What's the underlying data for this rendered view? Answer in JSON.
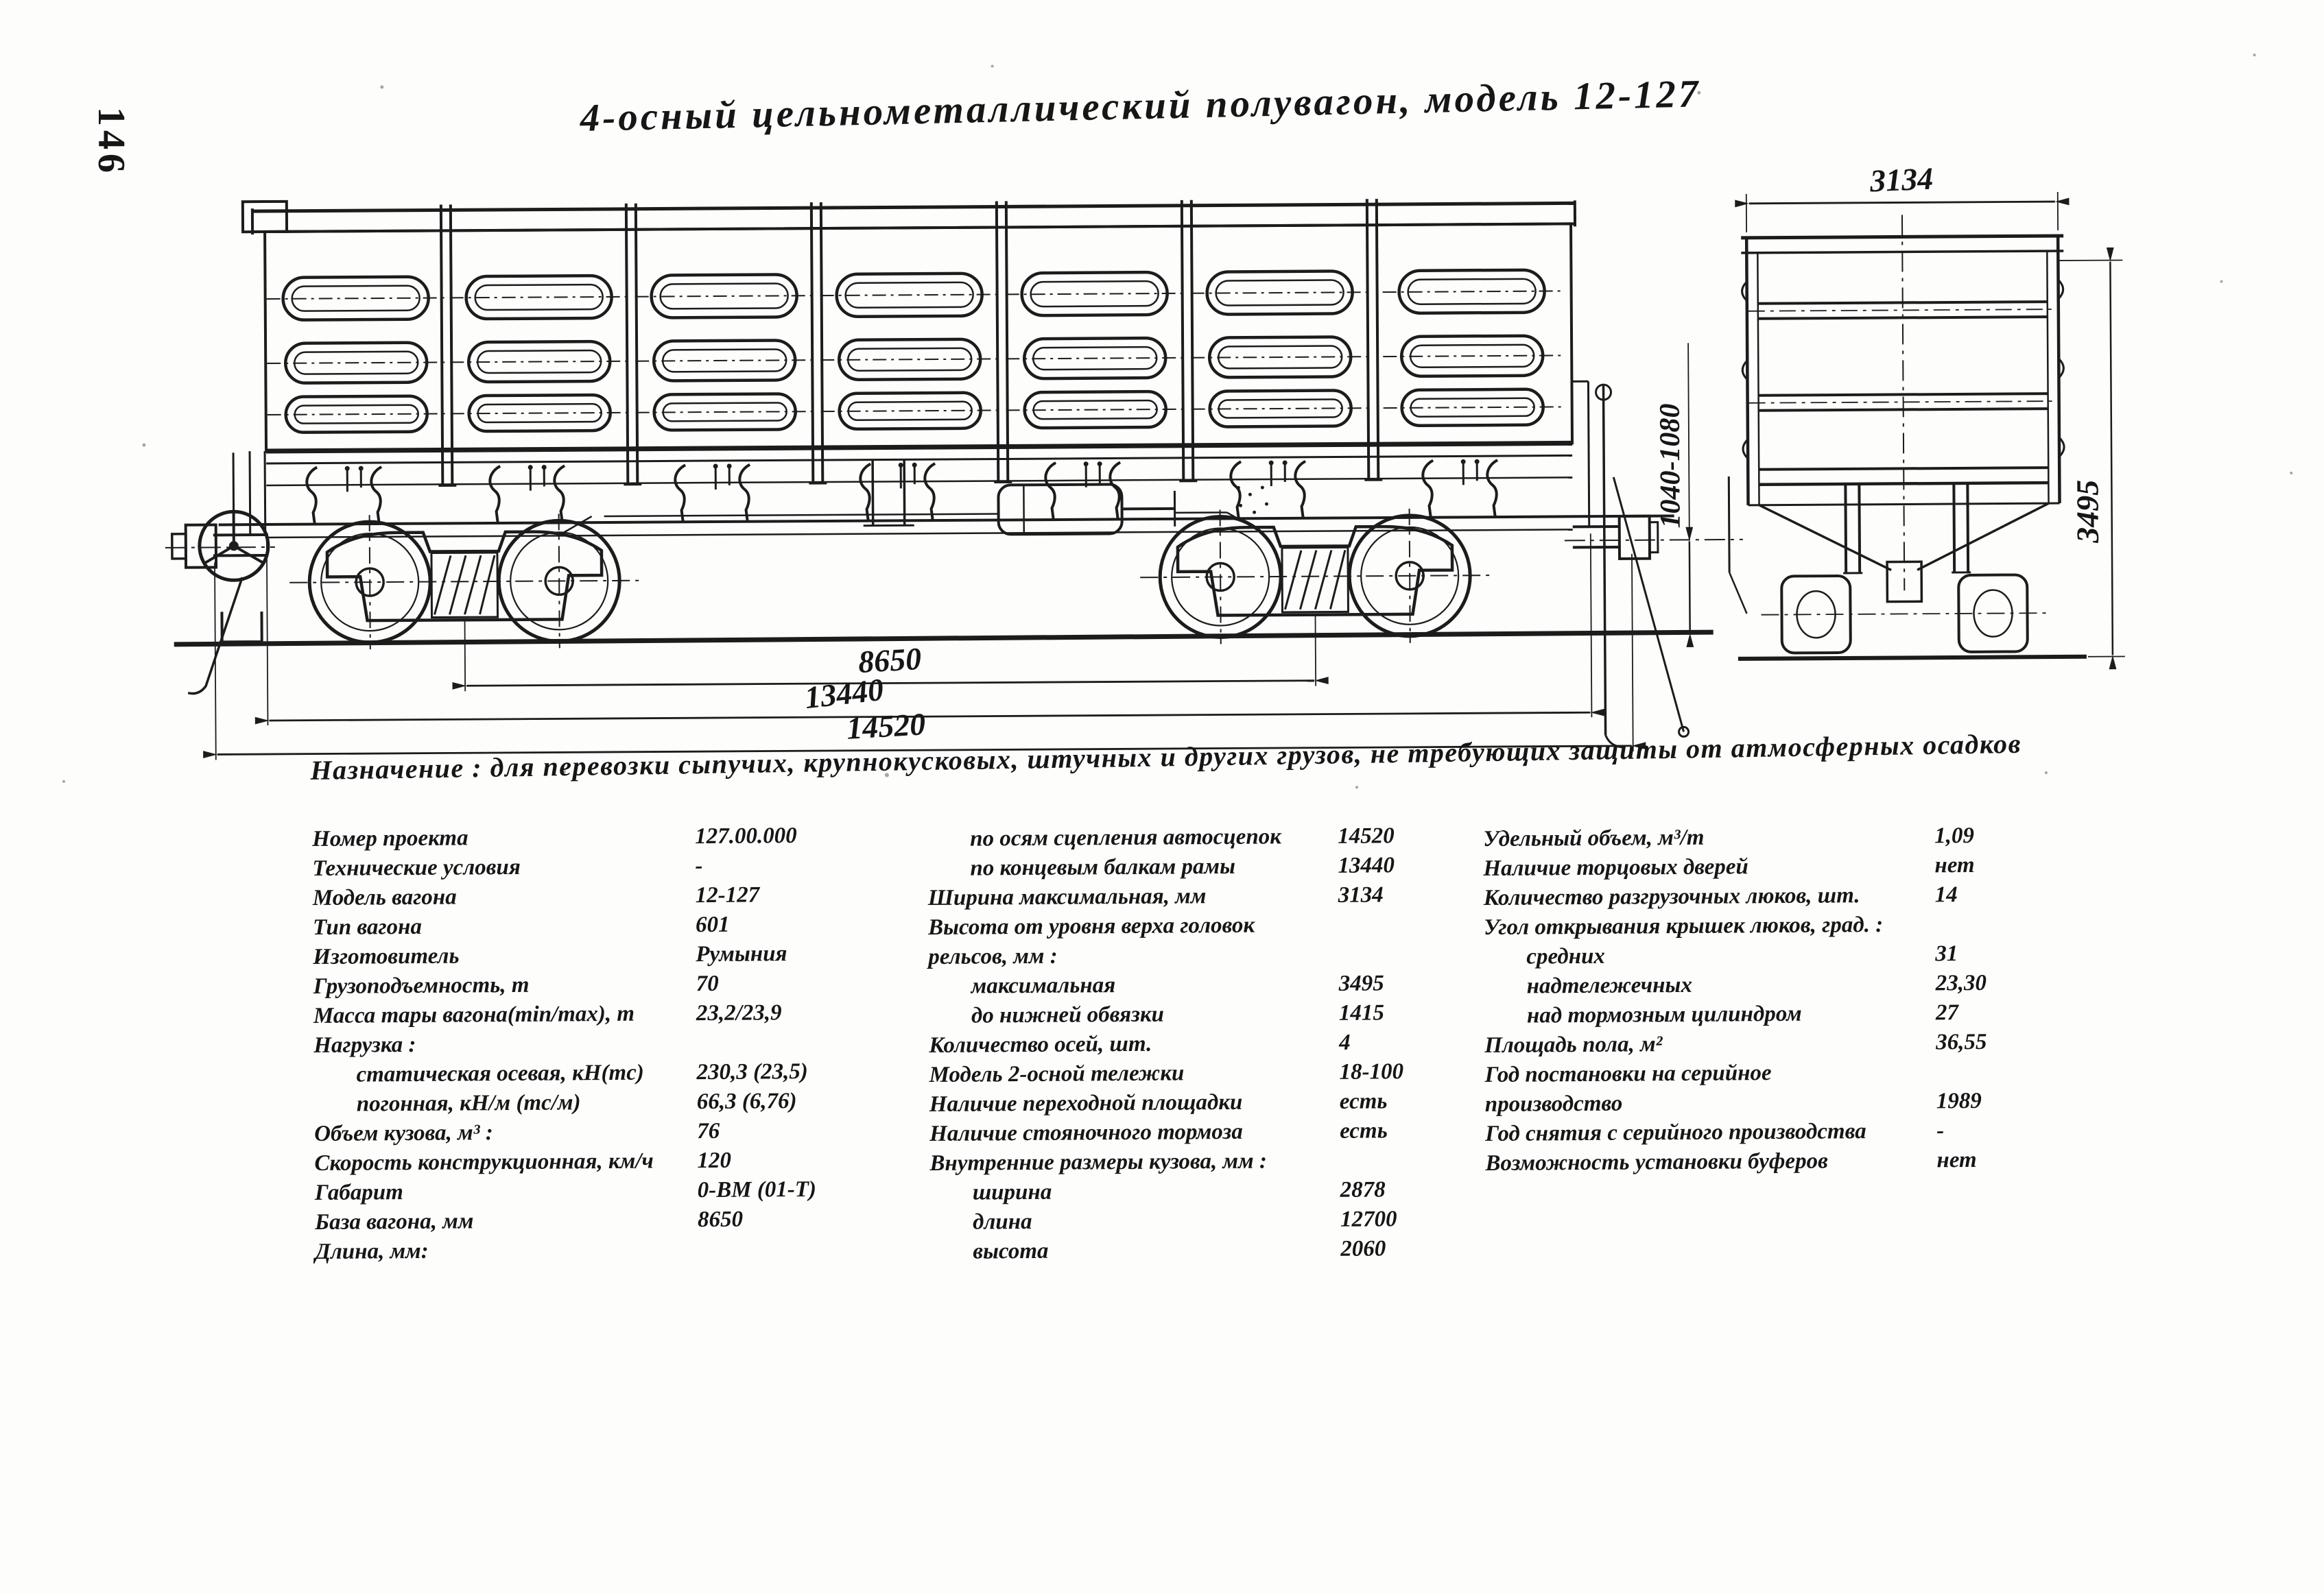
{
  "page": {
    "number": "146",
    "title": "4-осный цельнометаллический полувагон, модель 12-127",
    "purpose": "Назначение : для перевозки сыпучих, крупнокусковых, штучных и других грузов, не требующих защиты от атмосферных осадков"
  },
  "drawing": {
    "dimensions": {
      "wagon_base": "8650",
      "frame_length": "13440",
      "coupler_length": "14520",
      "coupler_height": "1040-1080",
      "max_width": "3134",
      "max_height": "3495"
    }
  },
  "specs": {
    "col1": [
      {
        "label": "Номер проекта",
        "value": "127.00.000"
      },
      {
        "label": "Технические условия",
        "value": "-"
      },
      {
        "label": "Модель вагона",
        "value": "12-127"
      },
      {
        "label": "Тип вагона",
        "value": "601"
      },
      {
        "label": "Изготовитель",
        "value": "Румыния"
      },
      {
        "label": "Грузоподъемность, т",
        "value": "70"
      },
      {
        "label": "Масса тары вагона(min/max), т",
        "value": "23,2/23,9"
      },
      {
        "label": "Нагрузка :",
        "value": ""
      },
      {
        "label": "статическая осевая, кН(тс)",
        "value": "230,3 (23,5)",
        "indent": true
      },
      {
        "label": "погонная, кН/м (тс/м)",
        "value": "66,3 (6,76)",
        "indent": true
      },
      {
        "label": "Объем кузова, м³ :",
        "value": "76"
      },
      {
        "label": "Скорость конструкционная, км/ч",
        "value": "120"
      },
      {
        "label": "Габарит",
        "value": "0-ВМ (01-Т)"
      },
      {
        "label": "База вагона, мм",
        "value": "8650"
      },
      {
        "label": "Длина, мм:",
        "value": ""
      }
    ],
    "col2": [
      {
        "label": "по осям сцепления автосцепок",
        "value": "14520",
        "indent": true
      },
      {
        "label": "по концевым балкам рамы",
        "value": "13440",
        "indent": true
      },
      {
        "label": "Ширина максимальная, мм",
        "value": "3134"
      },
      {
        "label": "Высота от уровня верха головок\nрельсов, мм :",
        "value": ""
      },
      {
        "label": "максимальная",
        "value": "3495",
        "indent": true
      },
      {
        "label": "до нижней обвязки",
        "value": "1415",
        "indent": true
      },
      {
        "label": "Количество осей, шт.",
        "value": "4"
      },
      {
        "label": "Модель 2-осной тележки",
        "value": "18-100"
      },
      {
        "label": "Наличие переходной площадки",
        "value": "есть"
      },
      {
        "label": "Наличие стояночного тормоза",
        "value": "есть"
      },
      {
        "label": "Внутренние размеры кузова, мм :",
        "value": ""
      },
      {
        "label": "ширина",
        "value": "2878",
        "indent": true
      },
      {
        "label": "длина",
        "value": "12700",
        "indent": true
      },
      {
        "label": "высота",
        "value": "2060",
        "indent": true
      }
    ],
    "col3": [
      {
        "label": "Удельный объем, м³/т",
        "value": "1,09"
      },
      {
        "label": "Наличие торцовых дверей",
        "value": "нет"
      },
      {
        "label": "Количество разгрузочных люков, шт.",
        "value": "14"
      },
      {
        "label": "Угол открывания крышек люков, град. :",
        "value": ""
      },
      {
        "label": "средних",
        "value": "31",
        "indent": true
      },
      {
        "label": "надтележечных",
        "value": "23,30",
        "indent": true
      },
      {
        "label": "над тормозным цилиндром",
        "value": "27",
        "indent": true
      },
      {
        "label": "Площадь пола, м²",
        "value": "36,55"
      },
      {
        "label": "Год постановки на серийное\nпроизводство",
        "value": "1989",
        "valign": "bottom"
      },
      {
        "label": "Год снятия с серийного производства",
        "value": "-"
      },
      {
        "label": "Возможность установки буферов",
        "value": "нет"
      }
    ]
  }
}
